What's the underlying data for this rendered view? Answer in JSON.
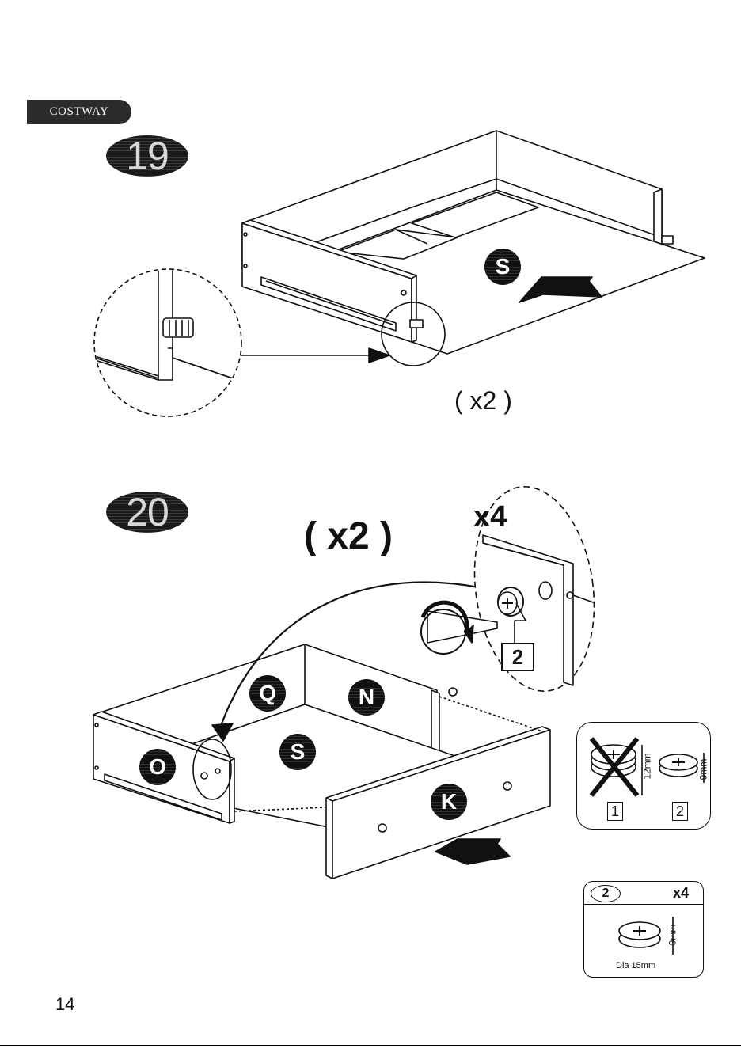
{
  "brand": "COSTWAY",
  "page_number": "14",
  "step19": {
    "number": "19",
    "part_label": "S",
    "quantity": "( x2 )"
  },
  "step20": {
    "number": "20",
    "quantity": "( x2 )",
    "cam_count": "x4",
    "callout_part_number": "2",
    "part_labels": {
      "back": "Q",
      "side_right": "N",
      "side_left": "O",
      "bottom": "S",
      "front": "K"
    },
    "comparison": {
      "wrong_number": "1",
      "wrong_size": "12mm",
      "right_number": "2",
      "right_size": "9mm"
    },
    "hardware": {
      "number": "2",
      "count": "x4",
      "height": "9mm",
      "diameter": "Dia 15mm"
    }
  }
}
